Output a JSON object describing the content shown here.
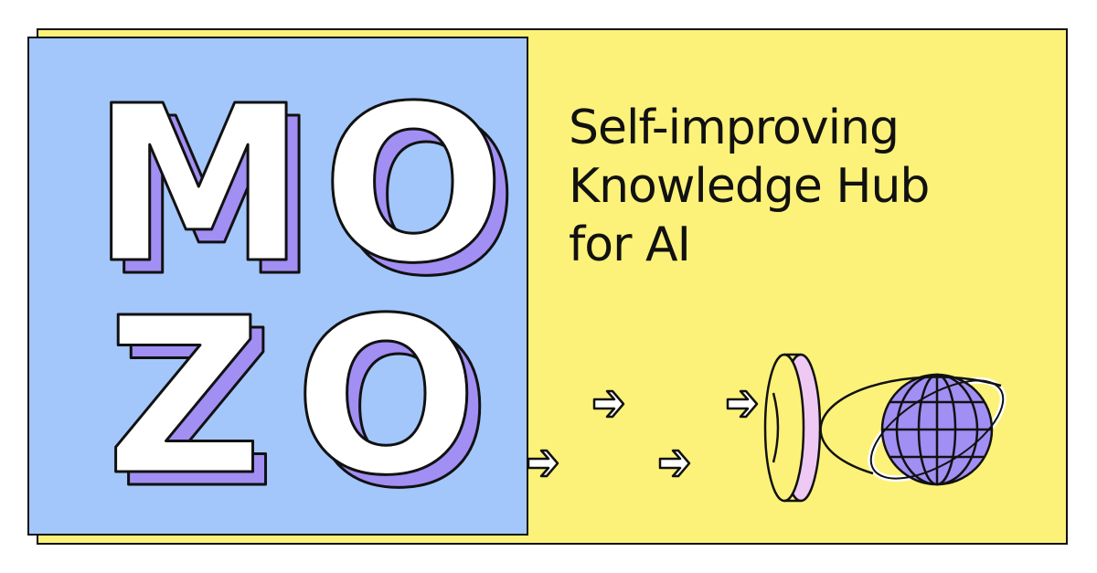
{
  "logo": {
    "letters": [
      "M",
      "O",
      "Z",
      "O"
    ],
    "colors": {
      "fill": "#ffffff",
      "shadow": "#a18ff3",
      "outline": "#111111"
    }
  },
  "headline": {
    "lines": [
      "Self-improving",
      "Knowledge Hub",
      "for AI"
    ]
  },
  "colors": {
    "yellow_panel": "#fdf279",
    "blue_panel": "#a3c7fb",
    "disc": "#eec9f4",
    "globe": "#a18ff3"
  },
  "icons": [
    "arrow-right-icon",
    "arrow-right-icon",
    "arrow-right-icon",
    "arrow-right-icon",
    "disc-icon",
    "globe-icon"
  ]
}
